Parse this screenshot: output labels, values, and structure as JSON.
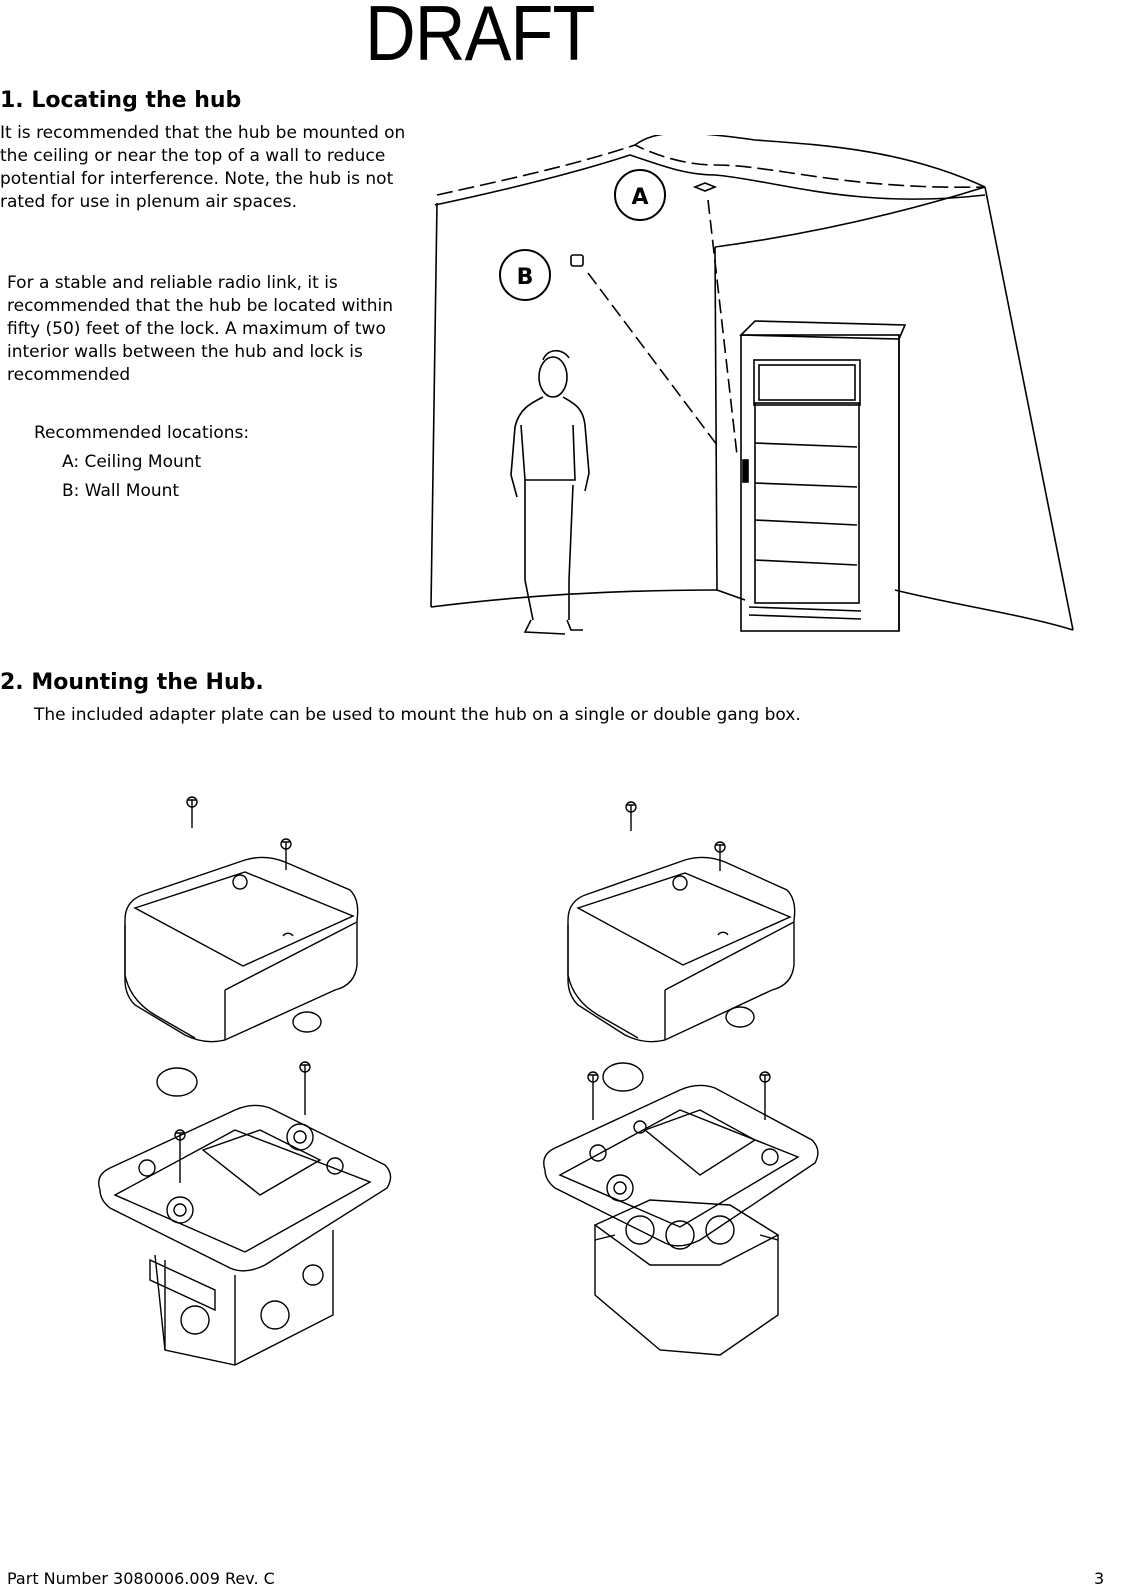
{
  "watermark": "DRAFT",
  "section1": {
    "heading": "1.  Locating the hub",
    "para1": "It is recommended that the hub be mounted on the ceiling or near the top of a wall to reduce potential for interference.  Note, the hub is not rated for use in plenum air spaces.",
    "para2": "For a stable and reliable radio link, it is recommended that the hub be located within fifty (50) feet of the lock.  A maximum of two interior walls between the hub and lock is recommended",
    "recommended_title": "Recommended locations:",
    "locations": [
      "A: Ceiling Mount",
      "B: Wall Mount"
    ],
    "callout_a": "A",
    "callout_b": "B"
  },
  "section2": {
    "heading": "2.  Mounting the Hub.",
    "description": "The included adapter plate can be used to mount the hub on a single or double gang box."
  },
  "footer": {
    "part_number": "Part Number 3080006.009 Rev. C",
    "page_number": "3"
  }
}
